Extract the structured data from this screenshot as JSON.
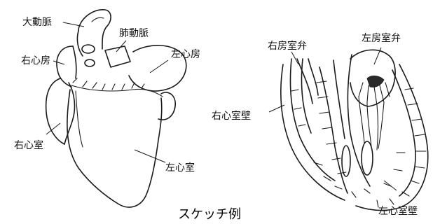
{
  "labels": {
    "aorta": "大動脈",
    "pulmonary_artery": "肺動脈",
    "right_atrium": "右心房",
    "left_atrium": "左心房",
    "right_ventricle": "右心室",
    "left_ventricle": "左心室",
    "tricuspid_valve": "右房室弁",
    "mitral_valve": "左房室弁",
    "right_ventricle_wall": "右心室壁",
    "left_ventricle_wall": "左心室壁"
  },
  "caption": "スケッチ例"
}
